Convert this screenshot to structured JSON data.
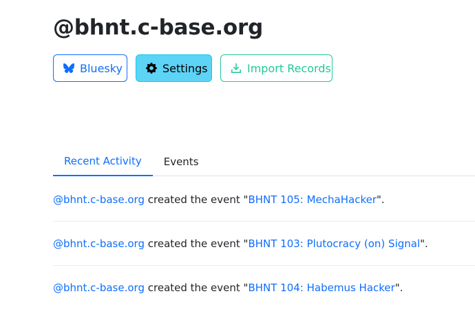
{
  "profile": {
    "handle": "@bhnt.c-base.org"
  },
  "buttons": {
    "bluesky_label": "Bluesky",
    "settings_label": "Settings",
    "import_label": "Import Records"
  },
  "tabs": [
    {
      "label": "Recent Activity",
      "active": true
    },
    {
      "label": "Events",
      "active": false
    }
  ],
  "activity": [
    {
      "actor": "@bhnt.c-base.org",
      "verb": " created the event \"",
      "event": "BHNT 105: MechaHacker",
      "suffix": "\"."
    },
    {
      "actor": "@bhnt.c-base.org",
      "verb": " created the event \"",
      "event": "BHNT 103: Plutocracy (on) Signal",
      "suffix": "\"."
    },
    {
      "actor": "@bhnt.c-base.org",
      "verb": " created the event \"",
      "event": "BHNT 104: Habemus Hacker",
      "suffix": "\"."
    }
  ],
  "icons": {
    "bluesky": "butterfly-icon",
    "settings": "gear-icon",
    "import": "download-icon"
  },
  "colors": {
    "primary": "#0d6efd",
    "info": "#5dd3f5",
    "success": "#20c997"
  }
}
